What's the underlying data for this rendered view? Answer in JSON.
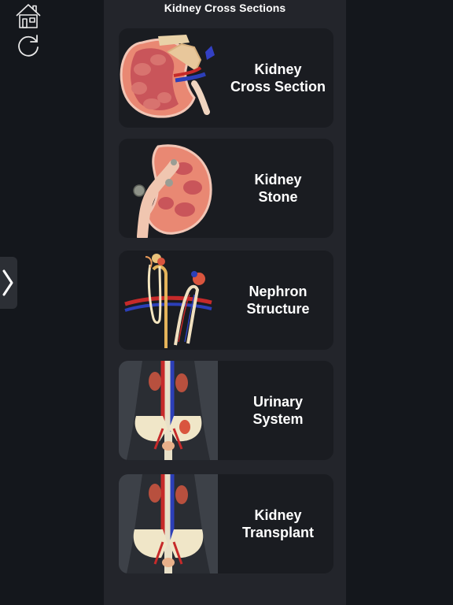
{
  "header": {
    "title": "Kidney Cross Sections"
  },
  "toolbar": {
    "home_icon": "home-icon",
    "refresh_icon": "refresh-icon"
  },
  "drawer": {
    "icon": "chevron-right-icon"
  },
  "cards": [
    {
      "label": "Kidney\nCross Section",
      "image": "kidney-cross-section-illustration"
    },
    {
      "label": "Kidney\nStone",
      "image": "kidney-stone-illustration"
    },
    {
      "label": "Nephron\nStructure",
      "image": "nephron-structure-illustration"
    },
    {
      "label": "Urinary\nSystem",
      "image": "urinary-system-illustration"
    },
    {
      "label": "Kidney\nTransplant",
      "image": "kidney-transplant-illustration"
    }
  ],
  "colors": {
    "background": "#14171c",
    "column": "#23252b",
    "card": "#1a1c21",
    "text": "#ffffff"
  }
}
